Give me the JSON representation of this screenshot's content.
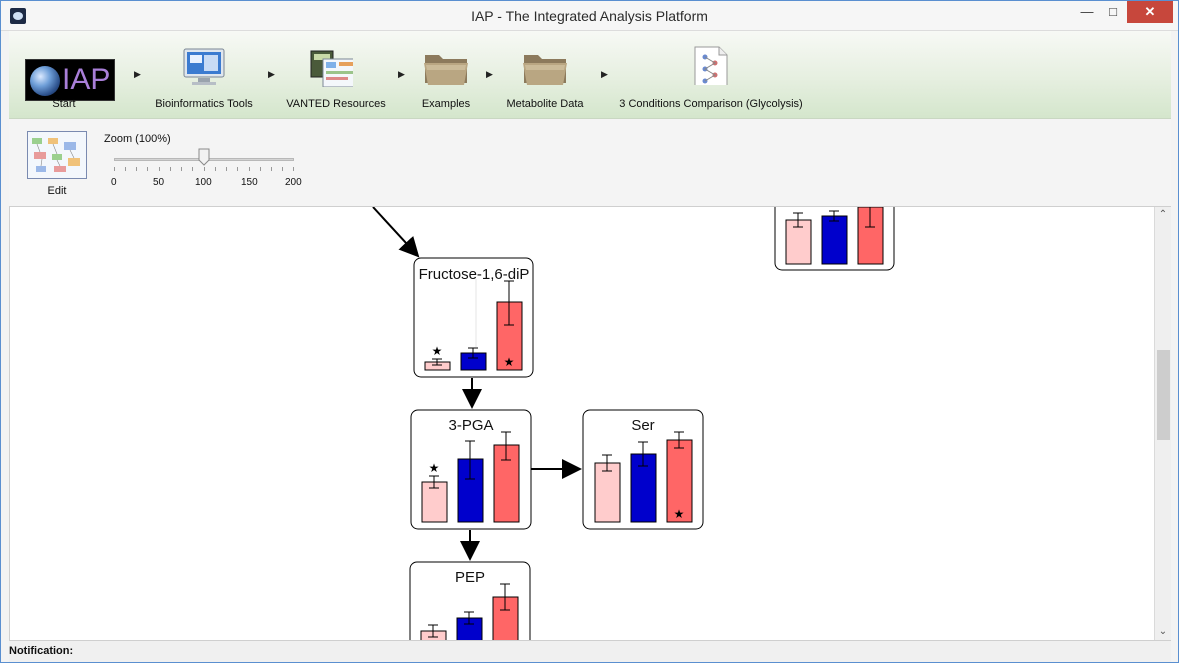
{
  "window": {
    "title": "IAP - The Integrated Analysis Platform"
  },
  "toolbar": {
    "items": [
      {
        "label": "Start"
      },
      {
        "label": "Bioinformatics Tools"
      },
      {
        "label": "VANTED Resources"
      },
      {
        "label": "Examples"
      },
      {
        "label": "Metabolite Data"
      },
      {
        "label": "3 Conditions Comparison (Glycolysis)"
      }
    ],
    "logo_text": "IAP"
  },
  "subbar": {
    "edit_label": "Edit",
    "zoom_label": "Zoom (100%)",
    "zoom": {
      "min": 0,
      "max": 200,
      "value": 100,
      "ticks": [
        "0",
        "50",
        "100",
        "150",
        "200"
      ]
    }
  },
  "network": {
    "nodes": [
      {
        "name": "Fructose-1,6-diP"
      },
      {
        "name": "3-PGA"
      },
      {
        "name": "Ser"
      },
      {
        "name": "PEP"
      }
    ],
    "series_colors": [
      "#ffcccc",
      "#0000cc",
      "#ff6666"
    ]
  },
  "status": {
    "notification_label": "Notification:"
  }
}
